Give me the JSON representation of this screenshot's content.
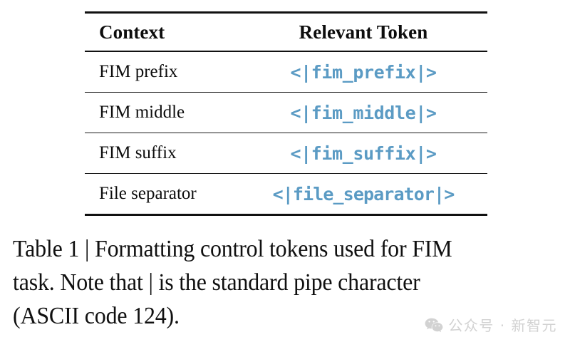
{
  "figure": {
    "table": {
      "columns": [
        "Context",
        "Relevant Token"
      ],
      "rows": [
        {
          "context": "FIM prefix",
          "token": "<|fim_prefix|>"
        },
        {
          "context": "FIM middle",
          "token": "<|fim_middle|>"
        },
        {
          "context": "FIM suffix",
          "token": "<|fim_suffix|>"
        },
        {
          "context": "File separator",
          "token": "<|file_separator|>"
        }
      ]
    },
    "caption": {
      "lines": [
        "Table 1 | Formatting control tokens used for FIM",
        "task. Note that | is the standard pipe character",
        "(ASCII code 124)."
      ]
    }
  },
  "watermark": {
    "icon": "wechat-icon",
    "text": "公众号 · 新智元"
  },
  "colors": {
    "token_blue": "#5b9bc4",
    "rule_black": "#111111",
    "text_black": "#0d0d0d",
    "watermark_gray": "#d2d2d2",
    "background": "#ffffff"
  }
}
